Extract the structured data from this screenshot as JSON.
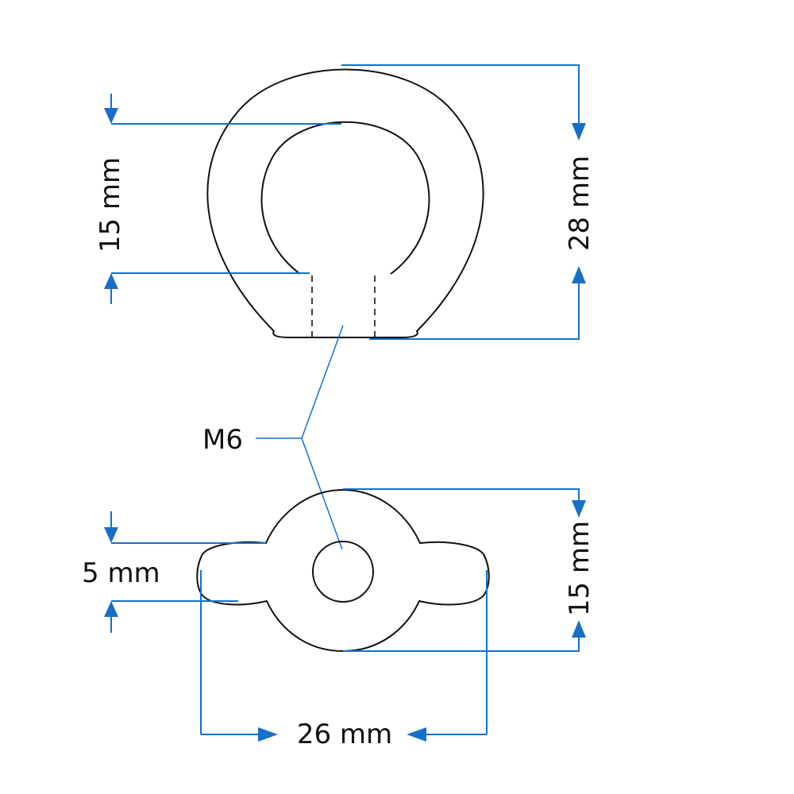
{
  "eye_nut": {
    "inner_height_label": "15 mm",
    "total_height_label": "28 mm"
  },
  "thread": {
    "label": "M6"
  },
  "wing_nut": {
    "wing_height_label": "5 mm",
    "total_height_label": "15 mm",
    "width_label": "26 mm"
  },
  "colors": {
    "outline": "#111111",
    "dimension": "#1670c9",
    "background": "#ffffff"
  }
}
